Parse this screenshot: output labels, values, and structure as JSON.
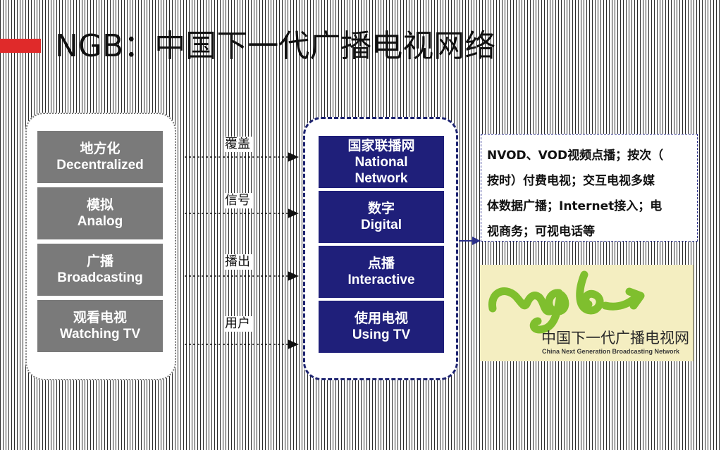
{
  "title": "NGB：中国下一代广播电视网络",
  "left_boxes": [
    {
      "cn": "地方化",
      "en": "Decentralized"
    },
    {
      "cn": "模拟",
      "en": "Analog"
    },
    {
      "cn": "广播",
      "en": "Broadcasting"
    },
    {
      "cn": "观看电视",
      "en": "Watching TV"
    }
  ],
  "arrow_labels": [
    "覆盖",
    "信号",
    "播出",
    "用户"
  ],
  "right_boxes": [
    {
      "cn": "国家联播网",
      "en_lines": [
        "National",
        "Network"
      ]
    },
    {
      "cn": "数字",
      "en_lines": [
        "Digital"
      ]
    },
    {
      "cn": "点播",
      "en_lines": [
        "Interactive"
      ]
    },
    {
      "cn": "使用电视",
      "en_lines": [
        "Using TV"
      ]
    }
  ],
  "description_lines": [
    "NVOD、VOD视频点播；按次（",
    "按时）付费电视；交互电视多媒",
    "体数据广播；Internet接入；电",
    "视商务；可视电话等"
  ],
  "logo": {
    "mark": "ngb",
    "cn": "中国下一代广播电视网",
    "en": "China Next Generation Broadcasting Network"
  },
  "colors": {
    "accent_red": "#e02a2a",
    "left_box_gray": "#7a7a7a",
    "right_box_navy": "#1f1f7a",
    "logo_green": "#7fbf2e",
    "logo_bg": "#f4eec1"
  }
}
